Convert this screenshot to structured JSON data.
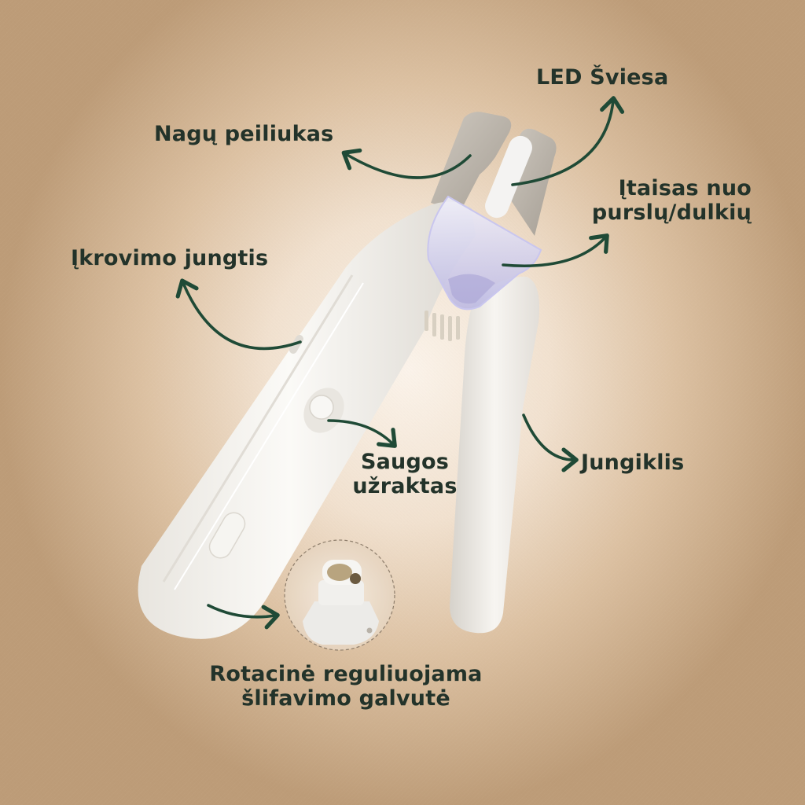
{
  "colors": {
    "text": "#23332a",
    "arrow": "#1f4a36",
    "background_center": "#fbf3ea",
    "background_edge": "#bd9c78",
    "product_white": "#f4f2ee",
    "blade_grey": "#b9b3aa"
  },
  "labels": {
    "led_light": "LED Šviesa",
    "nail_blade": "Nagų peiliukas",
    "splash_guard_line1": "Įtaisas nuo",
    "splash_guard_line2": "purslų/dulkių",
    "charging_port": "Įkrovimo jungtis",
    "safety_lock_line1": "Saugos",
    "safety_lock_line2": "užraktas",
    "switch": "Jungiklis",
    "grinding_head_line1": "Rotacinė reguliuojama",
    "grinding_head_line2": "šlifavimo galvutė"
  },
  "icons": {
    "arrows": "curved-arrow-icon",
    "inset": "grinding-head-inset"
  }
}
